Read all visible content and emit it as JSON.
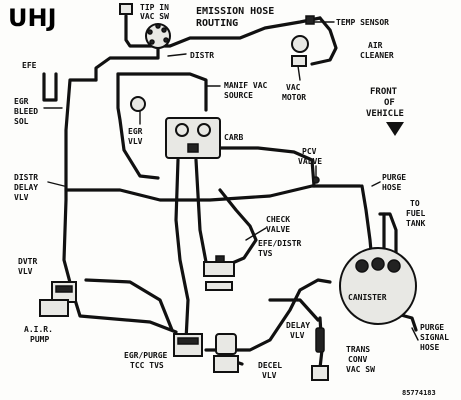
{
  "header": {
    "code": "UHJ",
    "title_line1": "EMISSION HOSE",
    "title_line2": "ROUTING"
  },
  "labels": {
    "tip_in_line1": "TIP IN",
    "tip_in_line2": "VAC SW",
    "distr": "DISTR",
    "temp_sensor": "TEMP SENSOR",
    "air_cleaner_line1": "AIR",
    "air_cleaner_line2": "CLEANER",
    "efe": "EFE",
    "manif_vac_line1": "MANIF VAC",
    "manif_vac_line2": "SOURCE",
    "vac_motor_line1": "VAC",
    "vac_motor_line2": "MOTOR",
    "egr_bleed_line1": "EGR",
    "egr_bleed_line2": "BLEED",
    "egr_bleed_line3": "SOL",
    "egr_vlv_line1": "EGR",
    "egr_vlv_line2": "VLV",
    "carb": "CARB",
    "front_line1": "FRONT",
    "front_line2": "OF",
    "front_line3": "VEHICLE",
    "pcv_line1": "PCV",
    "pcv_line2": "VALVE",
    "distr_delay_line1": "DISTR",
    "distr_delay_line2": "DELAY",
    "distr_delay_line3": "VLV",
    "purge_hose_line1": "PURGE",
    "purge_hose_line2": "HOSE",
    "to_fuel_line1": "TO",
    "to_fuel_line2": "FUEL",
    "to_fuel_line3": "TANK",
    "check_valve_line1": "CHECK",
    "check_valve_line2": "VALVE",
    "efe_distr_line1": "EFE/DISTR",
    "efe_distr_line2": "TVS",
    "dvtr_line1": "DVTR",
    "dvtr_line2": "VLV",
    "canister": "CANISTER",
    "air_pump_line1": "A.I.R.",
    "air_pump_line2": "PUMP",
    "delay_vlv_line1": "DELAY",
    "delay_vlv_line2": "VLV",
    "egr_purge_line1": "EGR/PURGE",
    "egr_purge_line2": "TCC TVS",
    "purge_signal_line1": "PURGE",
    "purge_signal_line2": "SIGNAL",
    "purge_signal_line3": "HOSE",
    "trans_conv_line1": "TRANS",
    "trans_conv_line2": "CONV",
    "trans_conv_line3": "VAC SW",
    "decel_line1": "DECEL",
    "decel_line2": "VLV",
    "figure_number": "85774183"
  },
  "colors": {
    "ink": "#111111",
    "paper": "#fdfdfb"
  }
}
